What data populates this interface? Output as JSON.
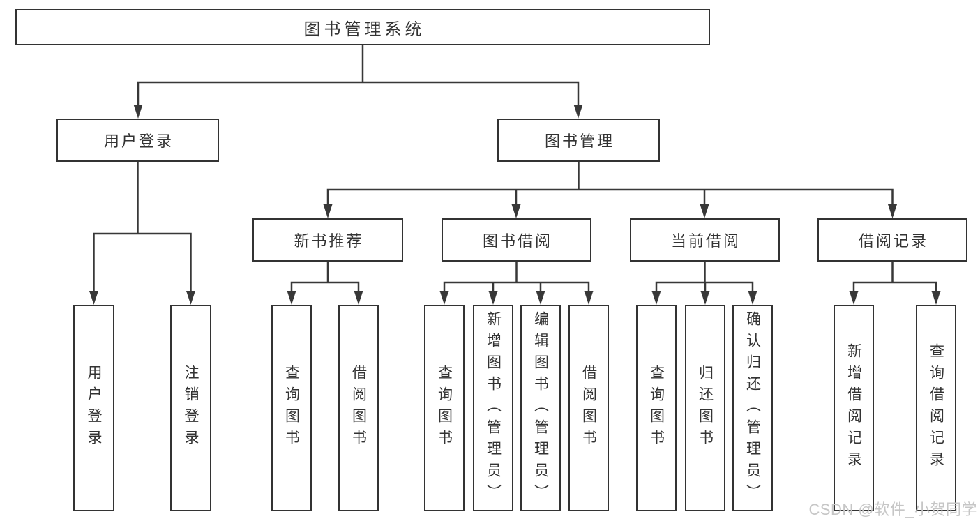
{
  "diagram": {
    "root": {
      "label": "图书管理系统",
      "children": [
        {
          "label": "用户登录",
          "children": [
            {
              "label": "用户登录"
            },
            {
              "label": "注销登录"
            }
          ]
        },
        {
          "label": "图书管理",
          "children": [
            {
              "label": "新书推荐",
              "children": [
                {
                  "label": "查询图书"
                },
                {
                  "label": "借阅图书"
                }
              ]
            },
            {
              "label": "图书借阅",
              "children": [
                {
                  "label": "查询图书"
                },
                {
                  "label": "新增图书（管理员）"
                },
                {
                  "label": "编辑图书（管理员）"
                },
                {
                  "label": "借阅图书"
                }
              ]
            },
            {
              "label": "当前借阅",
              "children": [
                {
                  "label": "查询图书"
                },
                {
                  "label": "归还图书"
                },
                {
                  "label": "确认归还（管理员）"
                }
              ]
            },
            {
              "label": "借阅记录",
              "children": [
                {
                  "label": "新增借阅记录"
                },
                {
                  "label": "查询借阅记录"
                }
              ]
            }
          ]
        }
      ]
    },
    "watermark": "CSDN @软件_小贺同学",
    "colors": {
      "line": "#383838",
      "box_border": "#333333",
      "text": "#333333",
      "watermark": "#c6c6c6",
      "background": "#ffffff"
    }
  }
}
